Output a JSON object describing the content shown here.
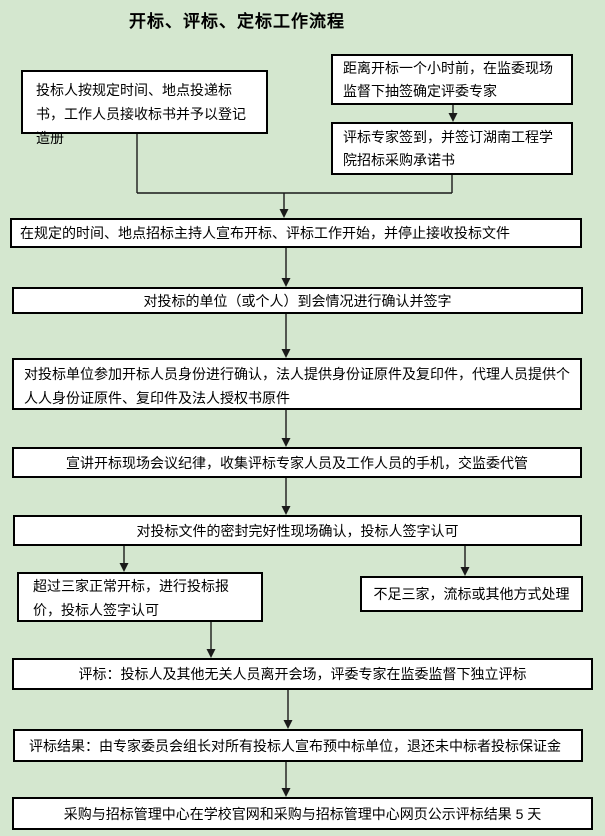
{
  "page": {
    "title": "开标、评标、定标工作流程",
    "background_color": "#d4e7cf",
    "node_fill_color": "#ffffff",
    "node_border_color": "#000000",
    "connector_color": "#1a1a1a"
  },
  "nodes": {
    "submit_bids": {
      "text": "投标人按规定时间、地点投递标书，工作人员接收标书并予以登记造册"
    },
    "draw_experts": {
      "text": "距离开标一个小时前，在监委现场监督下抽签确定评委专家"
    },
    "expert_signin": {
      "text": "评标专家签到，并签订湖南工程学院招标采购承诺书"
    },
    "announce_opening": {
      "text": "在规定的时间、地点招标主持人宣布开标、评标工作开始，并停止接收投标文件"
    },
    "confirm_attendance": {
      "text": "对投标的单位（或个人）到会情况进行确认并签字"
    },
    "verify_identity": {
      "text": "对投标单位参加开标人员身份进行确认，法人提供身份证原件及复印件，代理人员提供个人人身份证原件、复印件及法人授权书原件"
    },
    "meeting_discipline": {
      "text": "宣讲开标现场会议纪律，收集评标专家人员及工作人员的手机，交监委代管"
    },
    "confirm_sealing": {
      "text": "对投标文件的密封完好性现场确认，投标人签字认可"
    },
    "three_or_more": {
      "text": "超过三家正常开标，进行投标报价，投标人签字认可"
    },
    "less_than_three": {
      "text": "不足三家，流标或其他方式处理"
    },
    "evaluation": {
      "text": "评标：投标人及其他无关人员离开会场，评委专家在监委监督下独立评标"
    },
    "evaluation_result": {
      "text": "评标结果：由专家委员会组长对所有投标人宣布预中标单位，退还未中标者投标保证金"
    },
    "publicity": {
      "text": "采购与招标管理中心在学校官网和采购与招标管理中心网页公示评标结果 5 天"
    }
  }
}
